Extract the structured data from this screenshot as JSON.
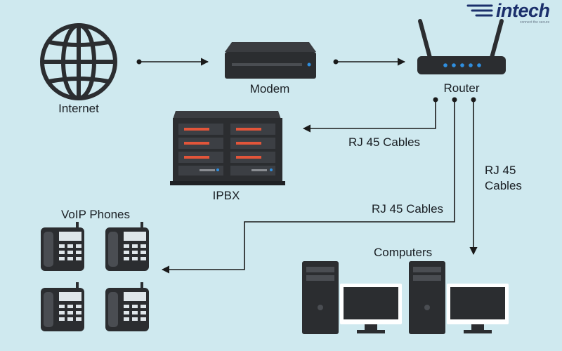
{
  "diagram": {
    "nodes": {
      "internet": {
        "label": "Internet"
      },
      "modem": {
        "label": "Modem"
      },
      "router": {
        "label": "Router"
      },
      "ipbx": {
        "label": "IPBX"
      },
      "voip_phones": {
        "label": "VoIP Phones"
      },
      "computers": {
        "label": "Computers"
      }
    },
    "edges": {
      "router_ipbx": {
        "label": "RJ 45 Cables"
      },
      "router_phones": {
        "label": "RJ 45 Cables"
      },
      "router_computers": {
        "label_line1": "RJ 45",
        "label_line2": "Cables"
      }
    }
  },
  "logo": {
    "text": "intech",
    "tagline": "connect the secure"
  },
  "colors": {
    "background": "#cfe9ef",
    "device_dark": "#2b2d30",
    "line": "#1a1a1a",
    "led": "#2f8fe0",
    "ipbx_slot": "#e2553a",
    "logo_blue": "#1b2f6b"
  }
}
